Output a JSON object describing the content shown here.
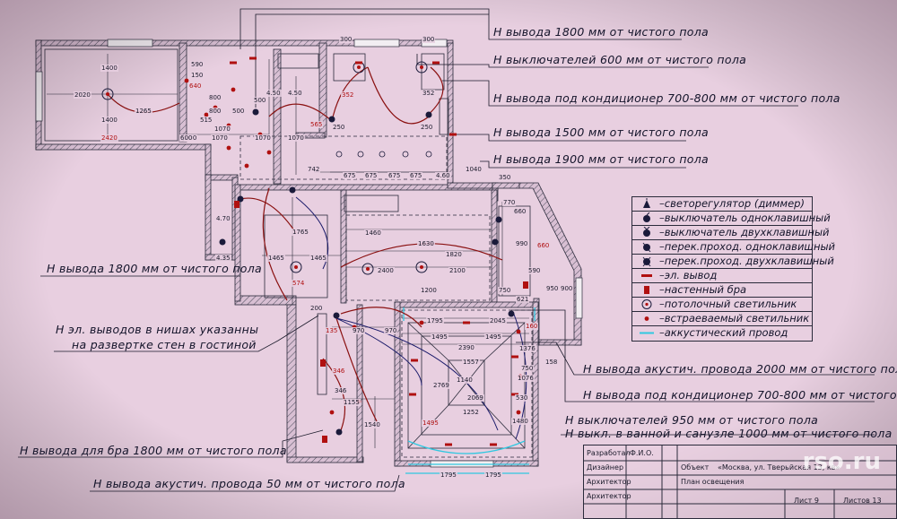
{
  "callouts": [
    {
      "id": "c1",
      "text": "Н вывода 1800 мм от чистого пола"
    },
    {
      "id": "c2",
      "text": "Н выключателей 600 мм от чистого пола"
    },
    {
      "id": "c3",
      "text": "Н вывода под кондиционер 700-800 мм от чистого пола"
    },
    {
      "id": "c4",
      "text": "Н вывода 1500 мм от чистого пола"
    },
    {
      "id": "c5",
      "text": "Н вывода 1900 мм от чистого пола"
    },
    {
      "id": "c6",
      "text": "Н вывода 1800 мм от чистого пола"
    },
    {
      "id": "c7",
      "text": "Н эл. выводов в нишах указанны"
    },
    {
      "id": "c8",
      "text": "на развертке стен в гостиной"
    },
    {
      "id": "c9",
      "text": "Н вывода акуcтич. провода 2000 мм от чистого пола"
    },
    {
      "id": "c10",
      "text": "Н вывода под кондиционер 700-800 мм от чистого пола"
    },
    {
      "id": "c11",
      "text": "Н выключателей 950 мм от чистого пола"
    },
    {
      "id": "c12",
      "text": "Н выкл. в ванной и санузле 1000 мм от чистого пола"
    },
    {
      "id": "c13",
      "text": "Н вывода для бра 1800 мм от чистого пола"
    },
    {
      "id": "c14",
      "text": "Н вывода акуcтич. провода 50 мм от чистого пола"
    }
  ],
  "legend": [
    {
      "icon": "dimmer-icon",
      "label": "–светорегулятор (диммер)"
    },
    {
      "icon": "single-switch-icon",
      "label": "–выключатель одноклавишный"
    },
    {
      "icon": "double-switch-icon",
      "label": "–выключатель двухклавишный"
    },
    {
      "icon": "pass-single-switch-icon",
      "label": "–перек.проход. одноклавишный"
    },
    {
      "icon": "pass-double-switch-icon",
      "label": "–перек.проход. двухклавишный"
    },
    {
      "icon": "el-outlet-icon",
      "label": "–эл. вывод"
    },
    {
      "icon": "wall-sconce-icon",
      "label": "–настенный бра"
    },
    {
      "icon": "ceiling-light-icon",
      "label": "–потолочный светильник"
    },
    {
      "icon": "recessed-light-icon",
      "label": "–встраеваемый светильник"
    },
    {
      "icon": "acoustic-wire-icon",
      "label": "–аккустический провод"
    }
  ],
  "stamp": {
    "developer_label": "Разработал",
    "developer_value": "Ф.И.О.",
    "designer_label": "Дизайнер",
    "architect_label": "Архитектор",
    "architect2_label": "Архитектор",
    "object_label": "Объект",
    "object_value": "«Москва, ул. Тверьйская 13, кв»",
    "sheet_title": "План освещения",
    "sheet_label": "Лист 9",
    "sheets_label": "Листов 13"
  },
  "watermark": "rso.ru",
  "dimensions": [
    "2020",
    "1400",
    "1400",
    "2420",
    "1265",
    "800",
    "1070",
    "800",
    "500",
    "590",
    "150",
    "200",
    "640",
    "515",
    "600",
    "1070",
    "1070",
    "1070",
    "500",
    "4.50",
    "4.50",
    "565",
    "675",
    "675",
    "675",
    "675",
    "4.60",
    "742",
    "300",
    "300",
    "352",
    "352",
    "250",
    "250",
    "1040",
    "350",
    "1465",
    "1465",
    "1765",
    "574",
    "1460",
    "1630",
    "1820",
    "2400",
    "2100",
    "1200",
    "660",
    "990",
    "660",
    "590",
    "770",
    "750",
    "621",
    "950",
    "900",
    "4.70",
    "4.35",
    "135",
    "1795",
    "2045",
    "1495",
    "1495",
    "2390",
    "970",
    "970",
    "200",
    "346",
    "1155",
    "1540",
    "1252",
    "1557",
    "1376",
    "1140",
    "2769",
    "1795",
    "1495",
    "1795",
    "1480",
    "750",
    "1076",
    "530",
    "346",
    "2069",
    "158",
    "160"
  ]
}
